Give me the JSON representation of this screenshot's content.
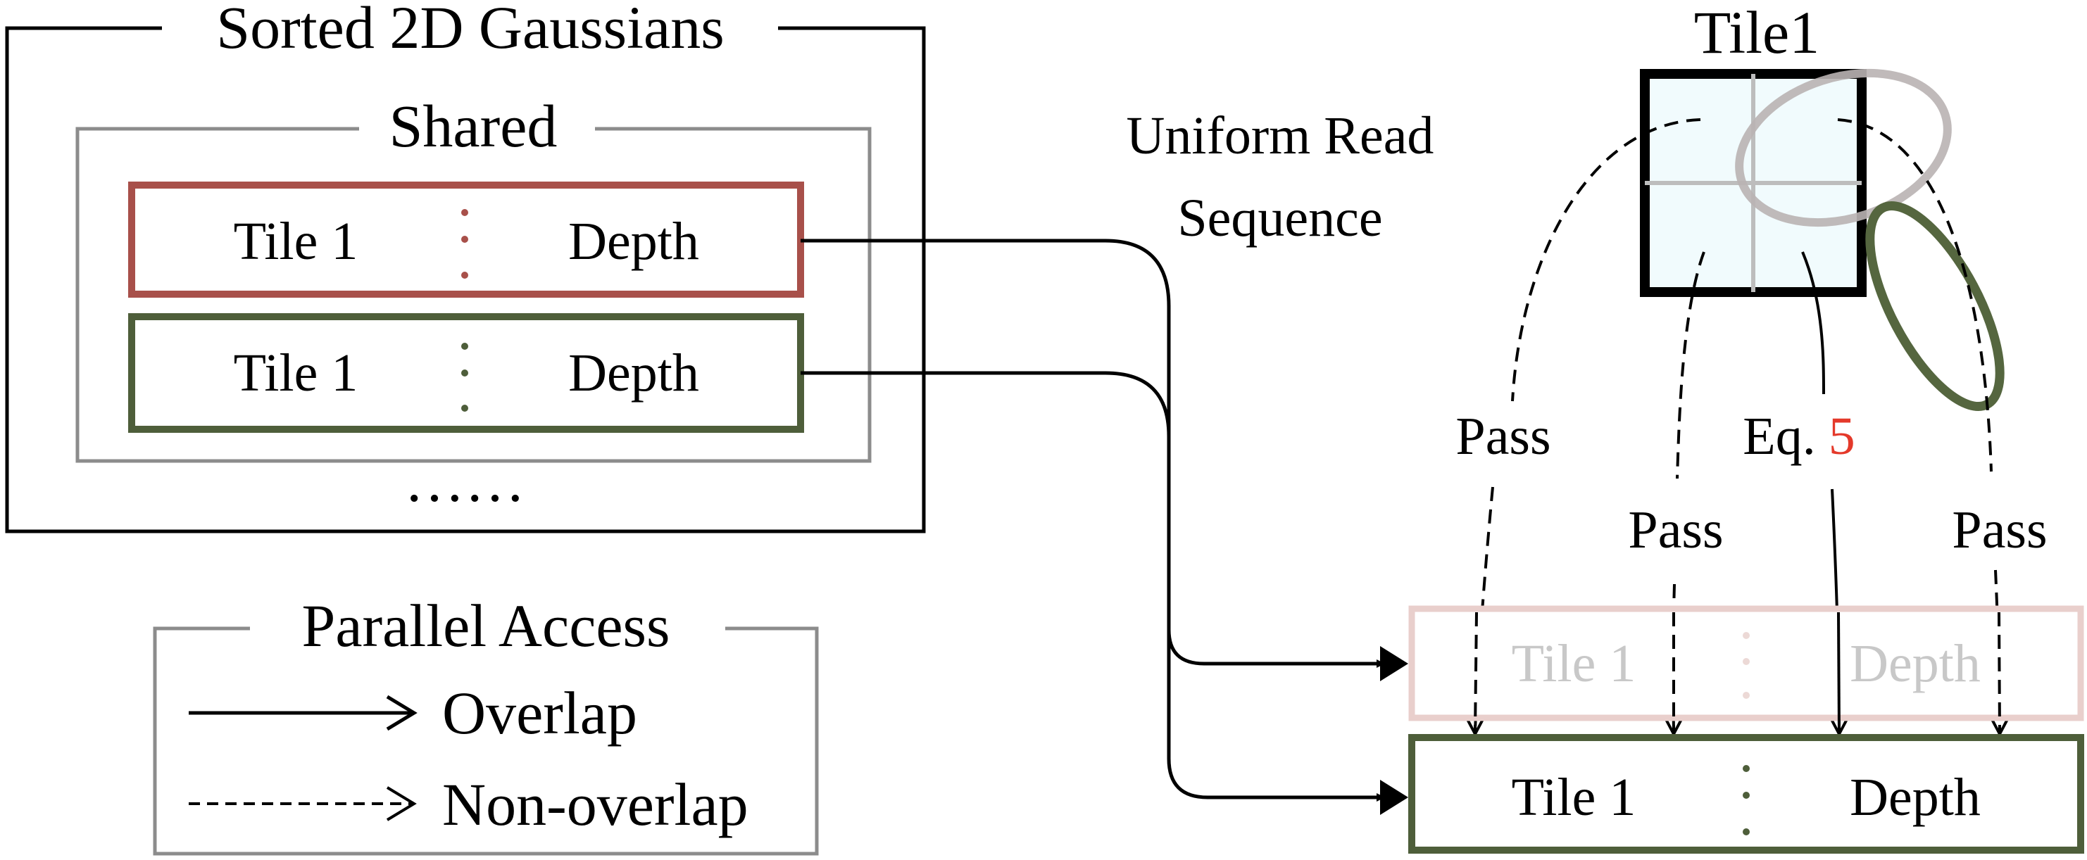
{
  "outer_box": {
    "title": "Sorted 2D Gaussians",
    "ellipsis": "……"
  },
  "shared_box": {
    "title": "Shared"
  },
  "shared_entries": [
    {
      "tile": "Tile 1",
      "sep": ":",
      "depth": "Depth",
      "color": "#a8504a"
    },
    {
      "tile": "Tile 1",
      "sep": ":",
      "depth": "Depth",
      "color": "#4e5e3a"
    }
  ],
  "uniform_read": {
    "line1": "Uniform Read",
    "line2": "Sequence"
  },
  "tile_panel": {
    "title": "Tile1"
  },
  "pass_labels": [
    "Pass",
    "Pass",
    "Pass"
  ],
  "equation": {
    "prefix": "Eq.",
    "ref": "5",
    "ref_color": "#e4392a"
  },
  "target_entries": [
    {
      "tile": "Tile 1",
      "sep": ":",
      "depth": "Depth",
      "state": "faded",
      "color": "#e9cfcc"
    },
    {
      "tile": "Tile 1",
      "sep": ":",
      "depth": "Depth",
      "state": "active",
      "color": "#4e5e3a"
    }
  ],
  "legend": {
    "title": "Parallel Access",
    "items": [
      {
        "label": "Overlap",
        "style": "solid"
      },
      {
        "label": "Non-overlap",
        "style": "dashed"
      }
    ]
  }
}
